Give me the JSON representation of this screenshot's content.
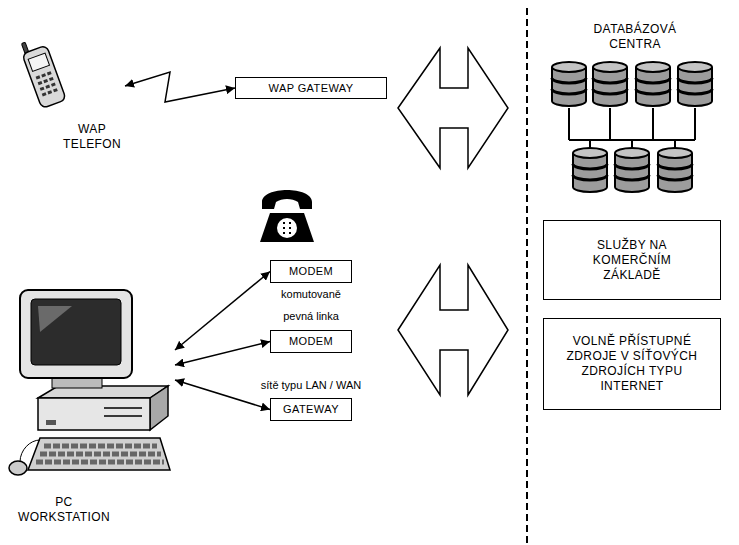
{
  "diagram": {
    "nodes": [
      {
        "text": [
          "WAP TELEFON"
        ]
      },
      {
        "text": [
          "WAP GATEWAY"
        ]
      },
      {
        "text": [
          "DATABÁZOVÁ CENTRA"
        ]
      },
      {
        "text": [
          "MODEM"
        ]
      },
      {
        "text": [
          "SLUŽBY NA KOMERČNÍM ZÁKLADĚ"
        ]
      },
      {
        "text": [
          "MODEM"
        ]
      },
      {
        "text": [
          "VOLNĚ PŘÍSTUPNÉ ZDROJE V SÍŤOVÝCH ZDROJÍCH TYPU INTERNET"
        ]
      },
      {
        "text": [
          "GATEWAY"
        ]
      },
      {
        "text": [
          "PC WORKSTATION"
        ]
      }
    ],
    "edges": [
      {
        "from": 0,
        "to": 1,
        "arrow": "both"
      },
      {
        "from": 8,
        "to": 3,
        "arrow": "both"
      },
      {
        "from": 8,
        "to": 5,
        "arrow": "both"
      },
      {
        "from": 8,
        "to": 7,
        "arrow": "both"
      }
    ],
    "labels": [
      "komutovaně",
      "pevná linka",
      "sítě typu LAN / WAN"
    ]
  }
}
